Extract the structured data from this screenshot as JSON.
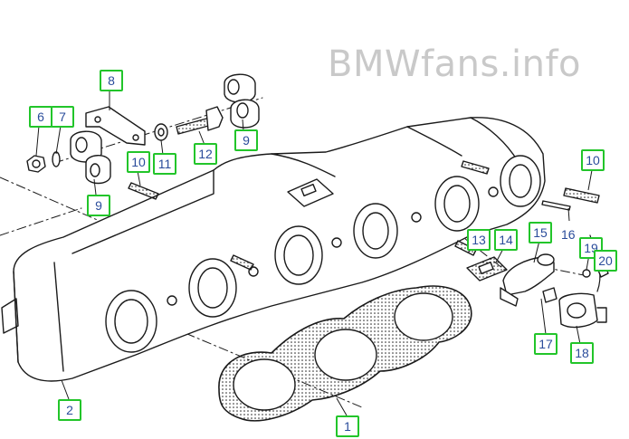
{
  "watermark": "BMWfans.info",
  "parts": [
    {
      "id": "1",
      "label": "1"
    },
    {
      "id": "2",
      "label": "2"
    },
    {
      "id": "6",
      "label": "6"
    },
    {
      "id": "7",
      "label": "7"
    },
    {
      "id": "8",
      "label": "8"
    },
    {
      "id": "9a",
      "label": "9"
    },
    {
      "id": "9b",
      "label": "9"
    },
    {
      "id": "10a",
      "label": "10"
    },
    {
      "id": "10b",
      "label": "10"
    },
    {
      "id": "11",
      "label": "11"
    },
    {
      "id": "12",
      "label": "12"
    },
    {
      "id": "13",
      "label": "13"
    },
    {
      "id": "14",
      "label": "14"
    },
    {
      "id": "15",
      "label": "15"
    },
    {
      "id": "16",
      "label": "16"
    },
    {
      "id": "17",
      "label": "17"
    },
    {
      "id": "18",
      "label": "18"
    },
    {
      "id": "19",
      "label": "19"
    },
    {
      "id": "20",
      "label": "20"
    }
  ],
  "colors": {
    "callout_border": "#22c52a",
    "callout_text": "#2a4c9b",
    "line": "#1a1a1a",
    "watermark": "#c9c9c9"
  }
}
